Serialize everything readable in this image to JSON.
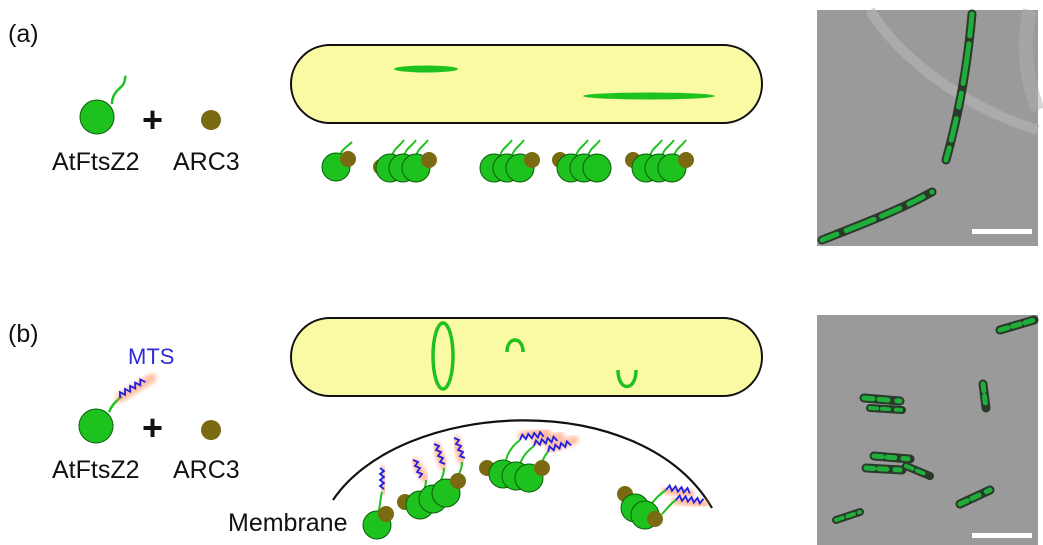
{
  "panel_a": {
    "label": "(a)",
    "protein_label": "AtFtsZ2",
    "plus": "+",
    "partner_label": "ARC3"
  },
  "panel_b": {
    "label": "(b)",
    "tag_label": "MTS",
    "protein_label": "AtFtsZ2",
    "plus": "+",
    "partner_label": "ARC3",
    "membrane_label": "Membrane"
  },
  "colors": {
    "ftsz_green": "#1ec21e",
    "arc3_olive": "#7a6a12",
    "cell_fill": "#fafaa4",
    "mts_blue": "#2020e0",
    "mts_glow": "#ff8a5a",
    "micrograph_bg": "#9a9a9a",
    "scale_bar": "#ffffff"
  }
}
